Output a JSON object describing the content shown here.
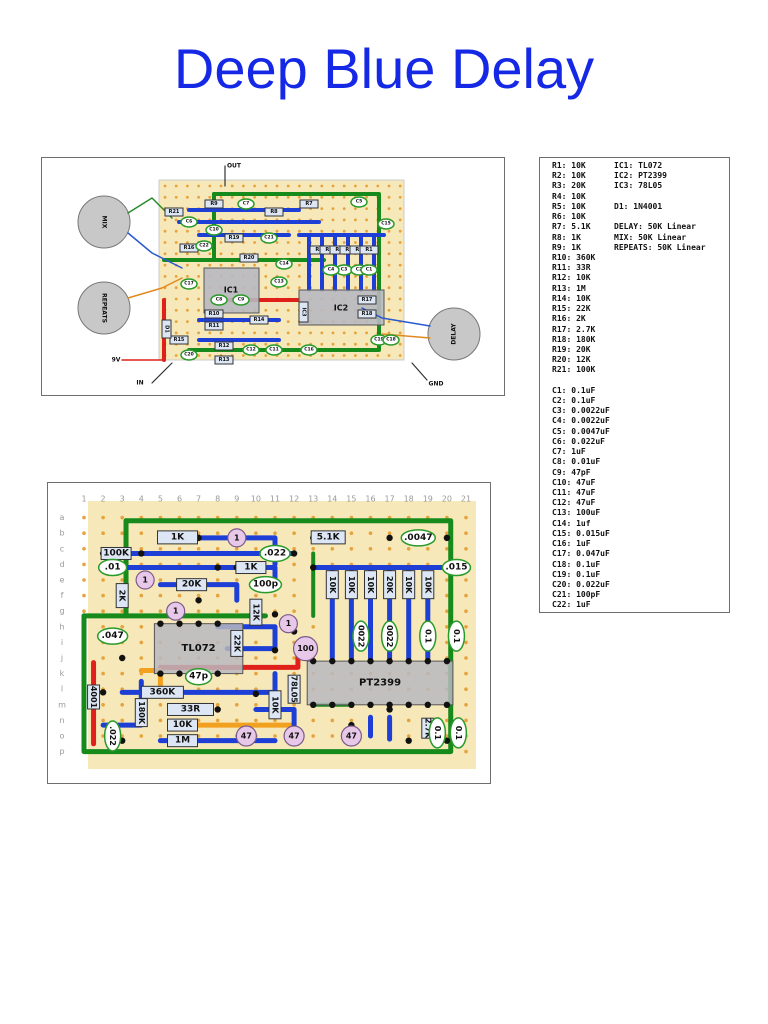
{
  "title": "Deep Blue Delay",
  "colors": {
    "title": "#1428e6",
    "board": "#f6e8b8",
    "trace_blue": "#1e3fd6",
    "trace_green": "#178a1c",
    "trace_red": "#e0201a",
    "trace_orange": "#f2a020",
    "pot": "#c8c8c8"
  },
  "schematic": {
    "pots": [
      {
        "name": "MIX",
        "icon": "potentiometer-icon"
      },
      {
        "name": "REPEATS",
        "icon": "potentiometer-icon"
      },
      {
        "name": "DELAY",
        "icon": "potentiometer-icon"
      }
    ],
    "connectors": {
      "out": "OUT",
      "in": "IN",
      "gnd": "GND",
      "v9": "9V"
    },
    "ic_labels": [
      "IC1",
      "IC2",
      "IC3"
    ],
    "diode": "D1",
    "resistors": [
      "R21",
      "R9",
      "R8",
      "R7",
      "R19",
      "R20",
      "R16",
      "R6",
      "R5",
      "R4",
      "R3",
      "R2",
      "R1",
      "R10",
      "R11",
      "R14",
      "R15",
      "R12",
      "R13",
      "R17",
      "R18"
    ],
    "capacitors": [
      "C6",
      "C7",
      "C5",
      "C10",
      "C21",
      "C15",
      "C22",
      "C14",
      "C13",
      "C3",
      "C2",
      "C1",
      "C4",
      "C17",
      "C9",
      "C12",
      "C11",
      "C16",
      "C19",
      "C18",
      "C20",
      "C8"
    ]
  },
  "layout": {
    "columns": [
      "1",
      "2",
      "3",
      "4",
      "5",
      "6",
      "7",
      "8",
      "9",
      "10",
      "11",
      "12",
      "13",
      "14",
      "15",
      "16",
      "17",
      "18",
      "19",
      "20",
      "21"
    ],
    "rows": [
      "a",
      "b",
      "c",
      "d",
      "e",
      "f",
      "g",
      "h",
      "i",
      "j",
      "k",
      "l",
      "m",
      "n",
      "o",
      "p"
    ],
    "chips": [
      {
        "label": "TL072"
      },
      {
        "label": "PT2399"
      }
    ],
    "resistor_labels": [
      "1K",
      "5.1K",
      "100K",
      "20K",
      "1K",
      "2K",
      "12K",
      "22K",
      "10K",
      "10K",
      "10K",
      "20K",
      "10K",
      "10K",
      "360K",
      "180K",
      "33R",
      "10K",
      "10K",
      "1M",
      "2.7K",
      "78L05"
    ],
    "cap_labels": [
      ".0047",
      ".022",
      ".01",
      "100p",
      ".015",
      ".047",
      "0022",
      "0022",
      "0.1",
      "0.1",
      "47p",
      "0.1",
      "0.1",
      ".022"
    ],
    "elec_labels": [
      "1",
      "1",
      "1",
      "1",
      "100",
      "47",
      "47",
      "47"
    ],
    "diode_label": "4001"
  },
  "bom": [
    [
      "R1: 10K",
      "IC1: TL072"
    ],
    [
      "R2: 10K",
      "IC2: PT2399"
    ],
    [
      "R3: 20K",
      "IC3: 78L05"
    ],
    [
      "R4: 10K",
      ""
    ],
    [
      "R5: 10K",
      "D1: 1N4001"
    ],
    [
      "R6: 10K",
      ""
    ],
    [
      "R7: 5.1K",
      "DELAY: 50K Linear"
    ],
    [
      "R8: 1K",
      "MIX: 50K Linear"
    ],
    [
      "R9: 1K",
      "REPEATS: 50K Linear"
    ],
    [
      "R10: 360K",
      ""
    ],
    [
      "R11: 33R",
      ""
    ],
    [
      "R12: 10K",
      ""
    ],
    [
      "R13: 1M",
      ""
    ],
    [
      "R14: 10K",
      ""
    ],
    [
      "R15: 22K",
      ""
    ],
    [
      "R16: 2K",
      ""
    ],
    [
      "R17: 2.7K",
      ""
    ],
    [
      "R18: 180K",
      ""
    ],
    [
      "R19: 20K",
      ""
    ],
    [
      "R20: 12K",
      ""
    ],
    [
      "R21: 100K",
      ""
    ],
    [
      "",
      ""
    ],
    [
      "C1: 0.1uF",
      ""
    ],
    [
      "C2: 0.1uF",
      ""
    ],
    [
      "C3: 0.0022uF",
      ""
    ],
    [
      "C4: 0.0022uF",
      ""
    ],
    [
      "C5: 0.0047uF",
      ""
    ],
    [
      "C6: 0.022uF",
      ""
    ],
    [
      "C7: 1uF",
      ""
    ],
    [
      "C8: 0.01uF",
      ""
    ],
    [
      "C9: 47pF",
      ""
    ],
    [
      "C10: 47uF",
      ""
    ],
    [
      "C11: 47uF",
      ""
    ],
    [
      "C12: 47uF",
      ""
    ],
    [
      "C13: 100uF",
      ""
    ],
    [
      "C14: 1uf",
      ""
    ],
    [
      "C15: 0.015uF",
      ""
    ],
    [
      "C16: 1uF",
      ""
    ],
    [
      "C17: 0.047uF",
      ""
    ],
    [
      "C18: 0.1uF",
      ""
    ],
    [
      "C19: 0.1uF",
      ""
    ],
    [
      "C20: 0.022uF",
      ""
    ],
    [
      "C21: 100pF",
      ""
    ],
    [
      "C22: 1uF",
      ""
    ]
  ]
}
